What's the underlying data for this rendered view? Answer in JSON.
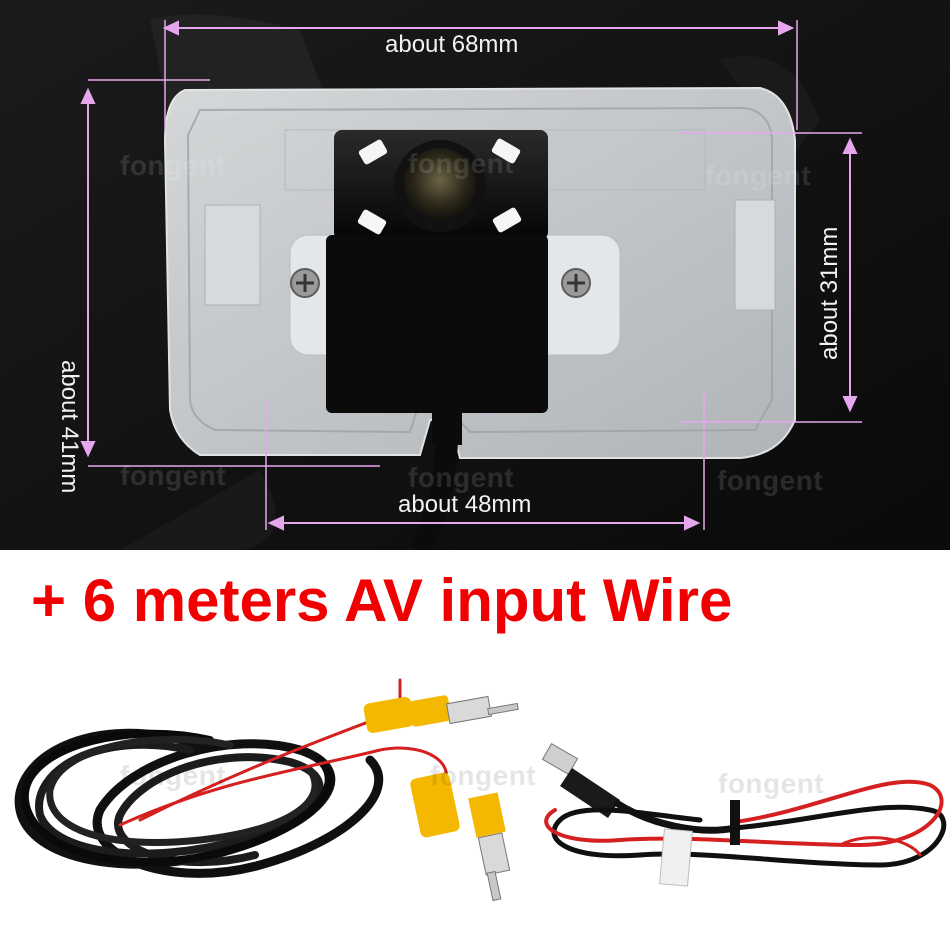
{
  "dimensions": {
    "width_label": "about 68mm",
    "height_label": "about 41mm",
    "inner_height_label": "about 31mm",
    "base_width_label": "about 48mm"
  },
  "headline": "+ 6 meters AV input Wire",
  "watermark": "fongent",
  "colors": {
    "headline": "#f00000",
    "dimension_line": "#e6a6ee",
    "dimension_text": "#f2f2f2",
    "rca_plug": "#f5b800"
  }
}
